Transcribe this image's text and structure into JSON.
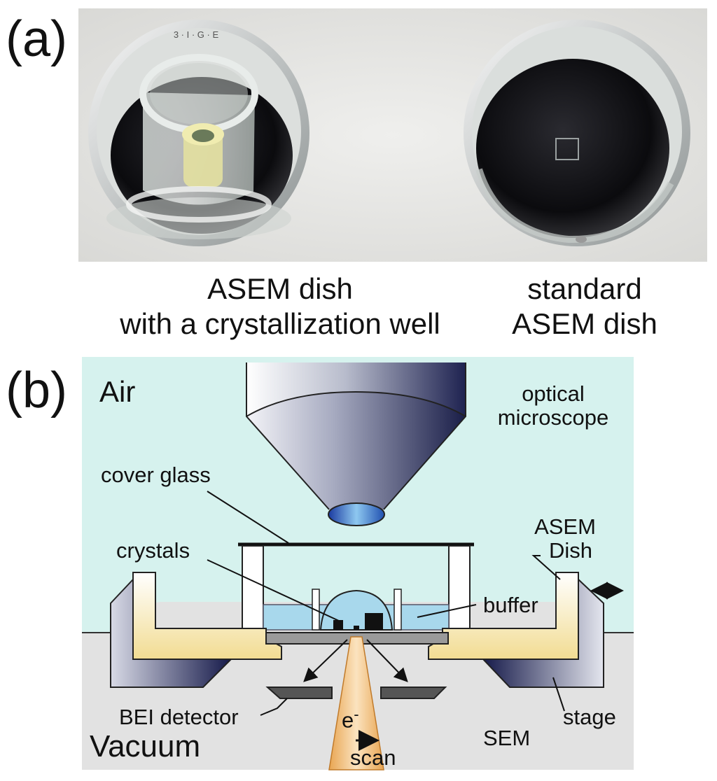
{
  "panel_a": {
    "label": "(a)",
    "left_caption_line1": "ASEM dish",
    "left_caption_line2": "with a crystallization well",
    "right_caption_line1": "standard",
    "right_caption_line2": "ASEM dish",
    "dish_rim_marks": "3 · I · G · E",
    "colors": {
      "background": "#e6e6e4",
      "dish_dark": "#111114"
    }
  },
  "panel_b": {
    "label": "(b)",
    "labels": {
      "air": "Air",
      "optical_microscope_1": "optical",
      "optical_microscope_2": "microscope",
      "cover_glass": "cover glass",
      "crystals": "crystals",
      "asem_dish_1": "ASEM",
      "asem_dish_2": "Dish",
      "buffer": "buffer",
      "bei_detector": "BEI detector",
      "electron": "e",
      "electron_sup": "-",
      "scan": "scan",
      "stage": "stage",
      "sem": "SEM",
      "vacuum": "Vacuum"
    },
    "colors": {
      "air": "#d6f2ee",
      "vacuum": "#e2e2e2",
      "buffer": "#a8d8ec",
      "beam": "#f3c98d",
      "dish": "#f3e7b8",
      "stage": "#1b1f4a"
    }
  }
}
